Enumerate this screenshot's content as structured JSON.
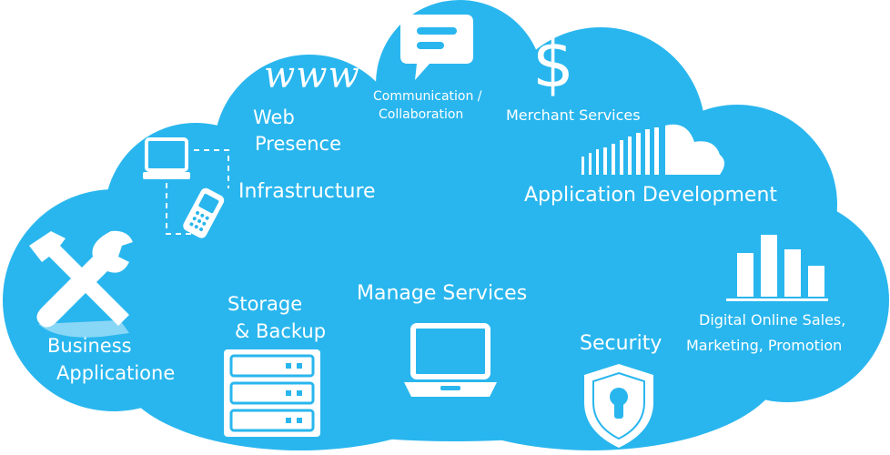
{
  "colors": {
    "cloud": "#29B6EE",
    "cloud_edge": "#1FA8E6",
    "icon": "#ffffff"
  },
  "labels": {
    "www": "www",
    "web_presence_line1": "Web",
    "web_presence_line2": "Presence",
    "communication_line1": "Communication /",
    "communication_line2": "Collaboration",
    "merchant_services": "Merchant Services",
    "infrastructure": "Infrastructure",
    "application_development": "Application Development",
    "storage_line1": "Storage",
    "storage_line2": "& Backup",
    "manage_services": "Manage Services",
    "security": "Security",
    "digital_line1": "Digital Online Sales,",
    "digital_line2": "Marketing, Promotion",
    "business_line1": "Business",
    "business_line2": "Applicatione",
    "dollar": "$"
  },
  "icons": [
    "www-text-icon",
    "chat-bubble-icon",
    "dollar-icon",
    "laptop-phone-icon",
    "soundwave-cloud-icon",
    "tools-icon",
    "server-icon",
    "laptop-icon",
    "shield-lock-icon",
    "bar-chart-icon"
  ]
}
